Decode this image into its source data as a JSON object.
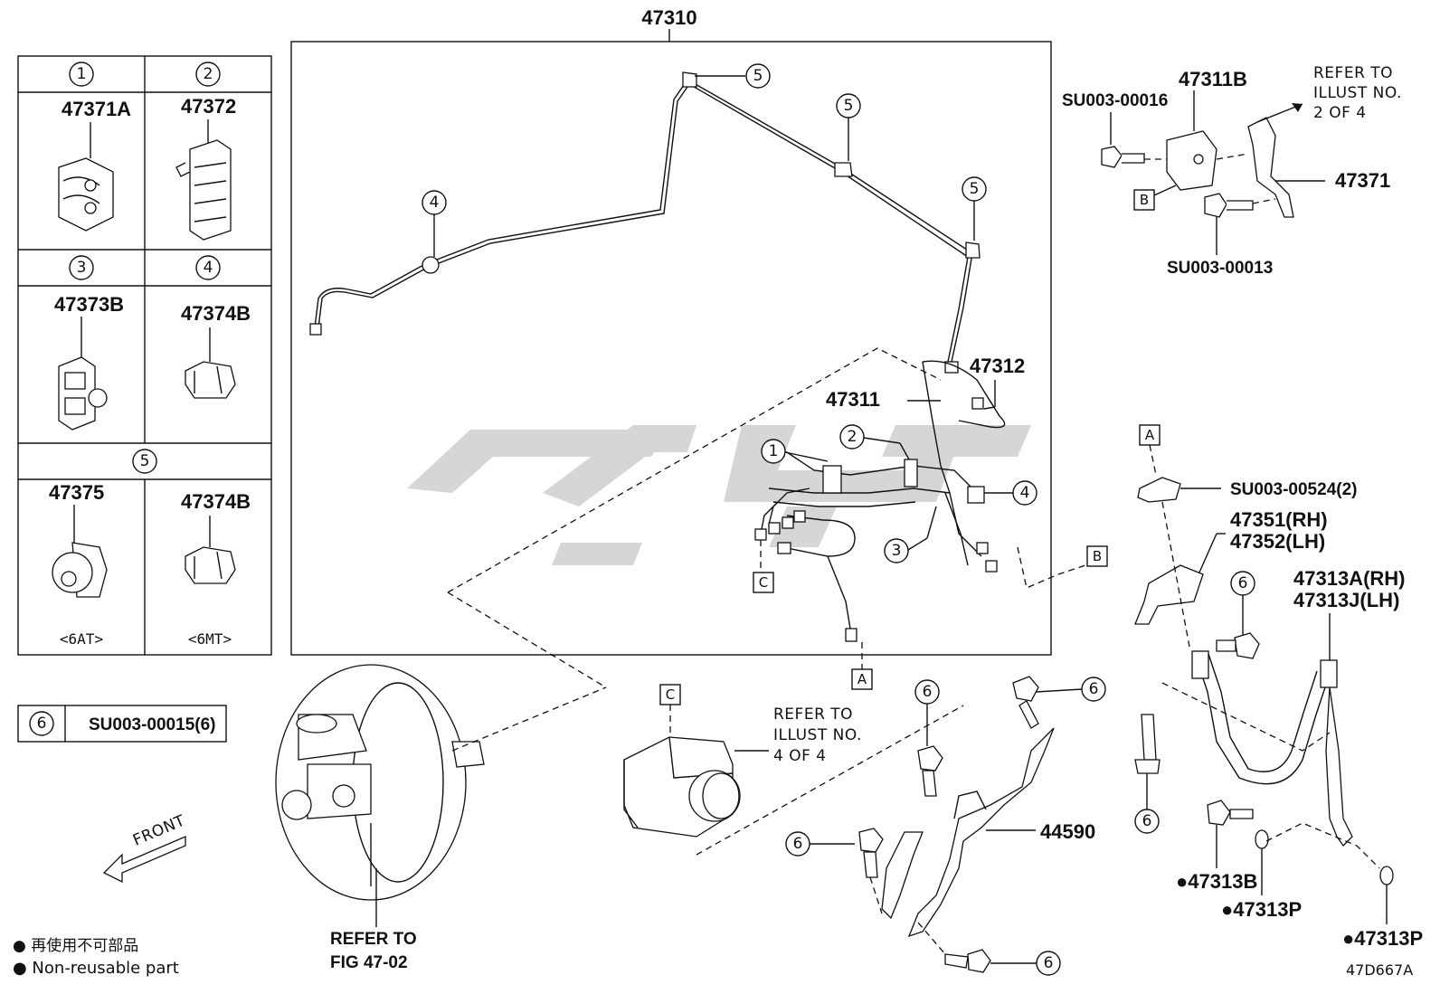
{
  "main_assembly": {
    "part_number": "47310"
  },
  "legend_table": {
    "cells": [
      {
        "index": "1",
        "part": "47371A",
        "note": ""
      },
      {
        "index": "2",
        "part": "47372",
        "note": ""
      },
      {
        "index": "3",
        "part": "47373B",
        "note": ""
      },
      {
        "index": "4",
        "part": "47374B",
        "note": ""
      },
      {
        "index": "5",
        "part": "47375",
        "note": "<6AT>"
      },
      {
        "index": "5",
        "part": "47374B",
        "note": "<6MT>"
      }
    ],
    "fastener_ref": {
      "index": "6",
      "part": "SU003-00015(6)"
    }
  },
  "callouts": {
    "tube_clamp_1": "1",
    "tube_clamp_2": "2",
    "tube_clamp_3": "3",
    "tube_clamp_4": "4",
    "tube_clamp_5": "5",
    "bolt_6": "6"
  },
  "box_labels": {
    "a": "A",
    "b": "B",
    "c": "C"
  },
  "parts": {
    "p47311": "47311",
    "p47312": "47312",
    "p47311B": "47311B",
    "p47371": "47371",
    "su16": "SU003-00016",
    "su13": "SU003-00013",
    "su524": "SU003-00524(2)",
    "p47351": "47351(RH)",
    "p47352": "47352(LH)",
    "p47313A": "47313A(RH)",
    "p47313J": "47313J(LH)",
    "p47313B": "●47313B",
    "p47313P_1": "●47313P",
    "p47313P_2": "●47313P",
    "p44590": "44590"
  },
  "references": {
    "illust2_l1": "REFER TO",
    "illust2_l2": "ILLUST NO.",
    "illust2_l3": "2 OF 4",
    "illust4_l1": "REFER TO",
    "illust4_l2": "ILLUST NO.",
    "illust4_l3": "4 OF 4",
    "fig_l1": "REFER TO",
    "fig_l2": "FIG 47-02"
  },
  "front_label": "FRONT",
  "footnote": {
    "jp": "● 再使用不可部品",
    "en": "● Non-reusable part"
  },
  "drawing_code": "47D667A",
  "colors": {
    "line": "#111111",
    "watermark": "#d6d6d6"
  }
}
